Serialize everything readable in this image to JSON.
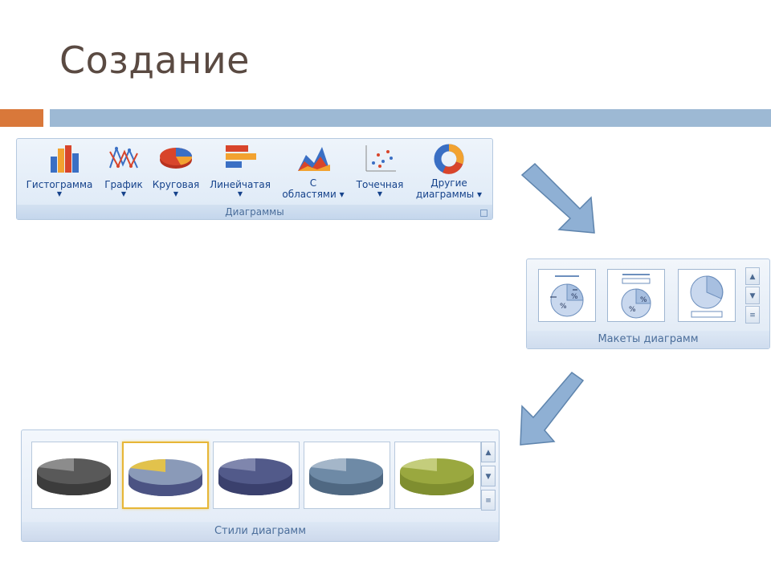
{
  "slide": {
    "title": "Создание"
  },
  "charts_group": {
    "buttons": [
      {
        "id": "histogram",
        "label": "Гистограмма",
        "icon": "column-chart-icon"
      },
      {
        "id": "graph",
        "label": "График",
        "icon": "line-chart-icon"
      },
      {
        "id": "pie",
        "label": "Круговая",
        "icon": "pie-chart-icon"
      },
      {
        "id": "bar",
        "label": "Линейчатая",
        "icon": "bar-chart-icon"
      },
      {
        "id": "area",
        "label_line1": "С",
        "label_line2": "областями",
        "icon": "area-chart-icon"
      },
      {
        "id": "scatter",
        "label": "Точечная",
        "icon": "scatter-chart-icon"
      },
      {
        "id": "other",
        "label_line1": "Другие",
        "label_line2": "диаграммы",
        "icon": "doughnut-chart-icon"
      }
    ],
    "group_label": "Диаграммы"
  },
  "layouts_group": {
    "group_label": "Макеты диаграмм"
  },
  "styles_group": {
    "group_label": "Стили диаграмм",
    "selected_index": 1,
    "styles": [
      {
        "name": "style-1",
        "colors": [
          "#3c3c3c",
          "#595959",
          "#8c8c8c"
        ]
      },
      {
        "name": "style-2",
        "colors": [
          "#4b5383",
          "#8a9ab8",
          "#e2c24c"
        ]
      },
      {
        "name": "style-3",
        "colors": [
          "#3a406d",
          "#525a8a",
          "#7f86ad"
        ]
      },
      {
        "name": "style-4",
        "colors": [
          "#4f6882",
          "#6e8aa6",
          "#a4b6c9"
        ]
      },
      {
        "name": "style-5",
        "colors": [
          "#7f8e2f",
          "#9aa83f",
          "#c4cd7c"
        ]
      }
    ]
  },
  "colors": {
    "accent_orange": "#d9783a",
    "accent_blue": "#9db9d4",
    "arrow_fill": "#8fb0d4",
    "arrow_stroke": "#5e84ad"
  }
}
